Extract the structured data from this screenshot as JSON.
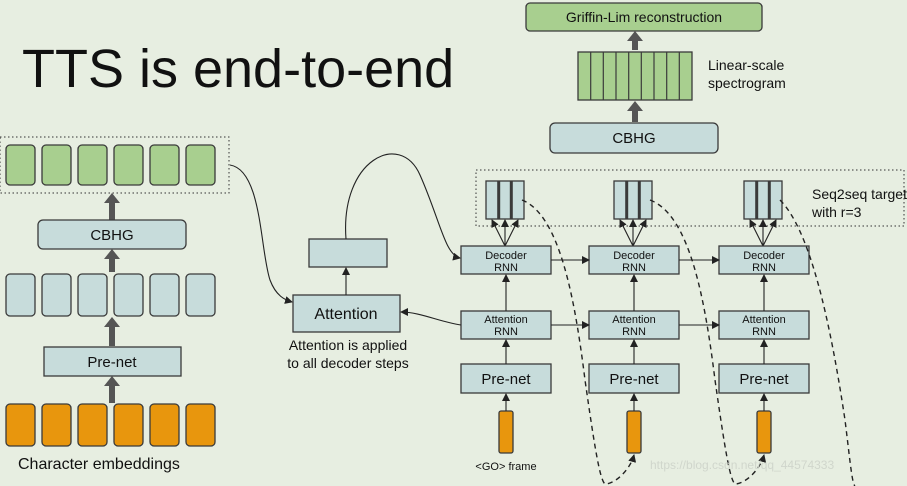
{
  "title": "TTS is end-to-end",
  "labels": {
    "griffin_lim": "Griffin-Lim reconstruction",
    "linear_scale_1": "Linear-scale",
    "linear_scale_2": "spectrogram",
    "cbhg_top": "CBHG",
    "cbhg_left": "CBHG",
    "prenet_left": "Pre-net",
    "character_embeddings": "Character embeddings",
    "attention": "Attention",
    "attention_note_1": "Attention is applied",
    "attention_note_2": "to all decoder steps",
    "seq2seq_1": "Seq2seq target",
    "seq2seq_2": "with r=3",
    "go_frame": "<GO> frame"
  },
  "decoder_steps": [
    {
      "decoder_rnn_1": "Decoder",
      "decoder_rnn_2": "RNN",
      "attention_rnn_1": "Attention",
      "attention_rnn_2": "RNN",
      "prenet": "Pre-net"
    },
    {
      "decoder_rnn_1": "Decoder",
      "decoder_rnn_2": "RNN",
      "attention_rnn_1": "Attention",
      "attention_rnn_2": "RNN",
      "prenet": "Pre-net"
    },
    {
      "decoder_rnn_1": "Decoder",
      "decoder_rnn_2": "RNN",
      "attention_rnn_1": "Attention",
      "attention_rnn_2": "RNN",
      "prenet": "Pre-net"
    }
  ],
  "watermark": "https://blog.csdn.net/qq_44574333",
  "colors": {
    "background": "#e7eee1",
    "box_fill": "#c7dcdb",
    "green_fill": "#a8cf8f",
    "orange_fill": "#e8960d"
  }
}
